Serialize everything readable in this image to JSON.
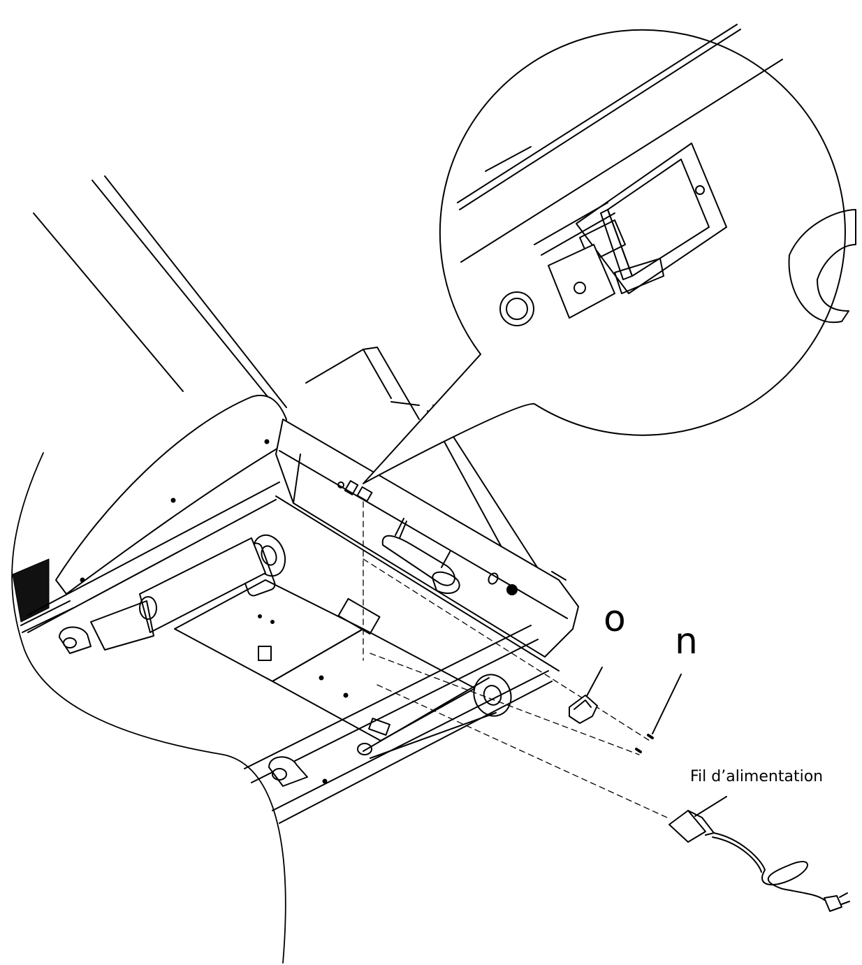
{
  "labels": {
    "part_o": "o",
    "part_n": "n",
    "power_cord": "Fil d’alimentation"
  },
  "colors": {
    "line": "#000000",
    "background": "#ffffff"
  }
}
